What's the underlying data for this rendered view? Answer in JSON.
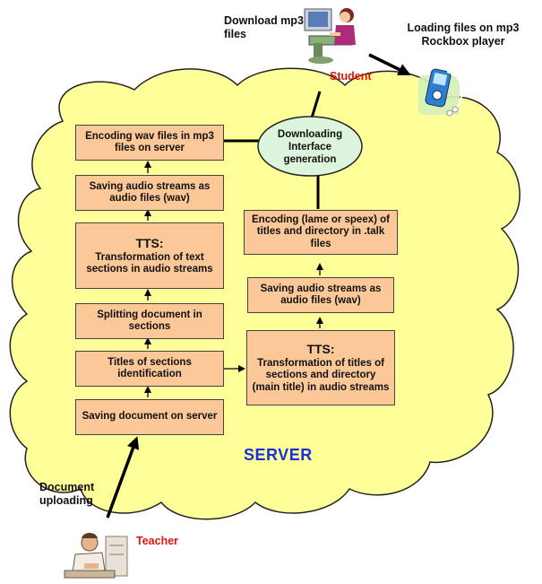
{
  "boxes": {
    "encoding_wav": "Encoding wav files in mp3 files on server",
    "saving_audio_left": "Saving audio streams as audio files (wav)",
    "tts_left_title": "TTS:",
    "tts_left_body": "Transformation of text sections in audio streams",
    "splitting": "Splitting document in sections",
    "titles_identification": "Titles of sections identification",
    "saving_document": "Saving document on server",
    "encoding_lame": "Encoding (lame or speex) of titles and directory in .talk files",
    "saving_audio_right": "Saving audio streams as audio files (wav)",
    "tts_right_title": "TTS:",
    "tts_right_body": "Transformation of titles of sections and directory (main title) in audio streams"
  },
  "ellipse": {
    "text": "Downloading Interface generation"
  },
  "labels": {
    "download_mp3": "Download mp3 files",
    "loading_files": "Loading files on mp3 Rockbox player",
    "student": "Student",
    "teacher": "Teacher",
    "document_uploading": "Document uploading",
    "server": "SERVER"
  },
  "colors": {
    "cloud_fill": "#ffff99",
    "box_fill": "#fcc897",
    "ellipse_fill": "#dcf5dc",
    "server_text": "#1a2fd6",
    "role_text": "#e0140f"
  },
  "icons": [
    "student-at-computer-icon",
    "mp3-player-icon",
    "teacher-at-desk-icon"
  ]
}
